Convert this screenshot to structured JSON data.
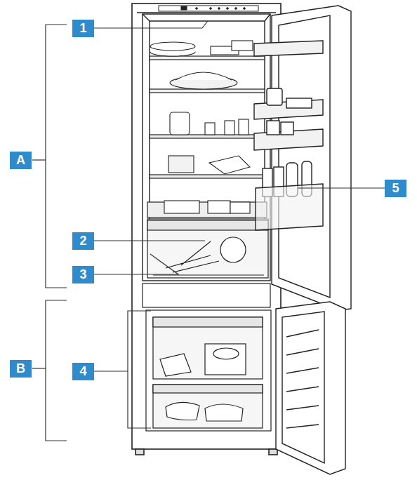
{
  "diagram": {
    "labels": [
      "1",
      "A",
      "5",
      "2",
      "3",
      "B",
      "4"
    ]
  }
}
